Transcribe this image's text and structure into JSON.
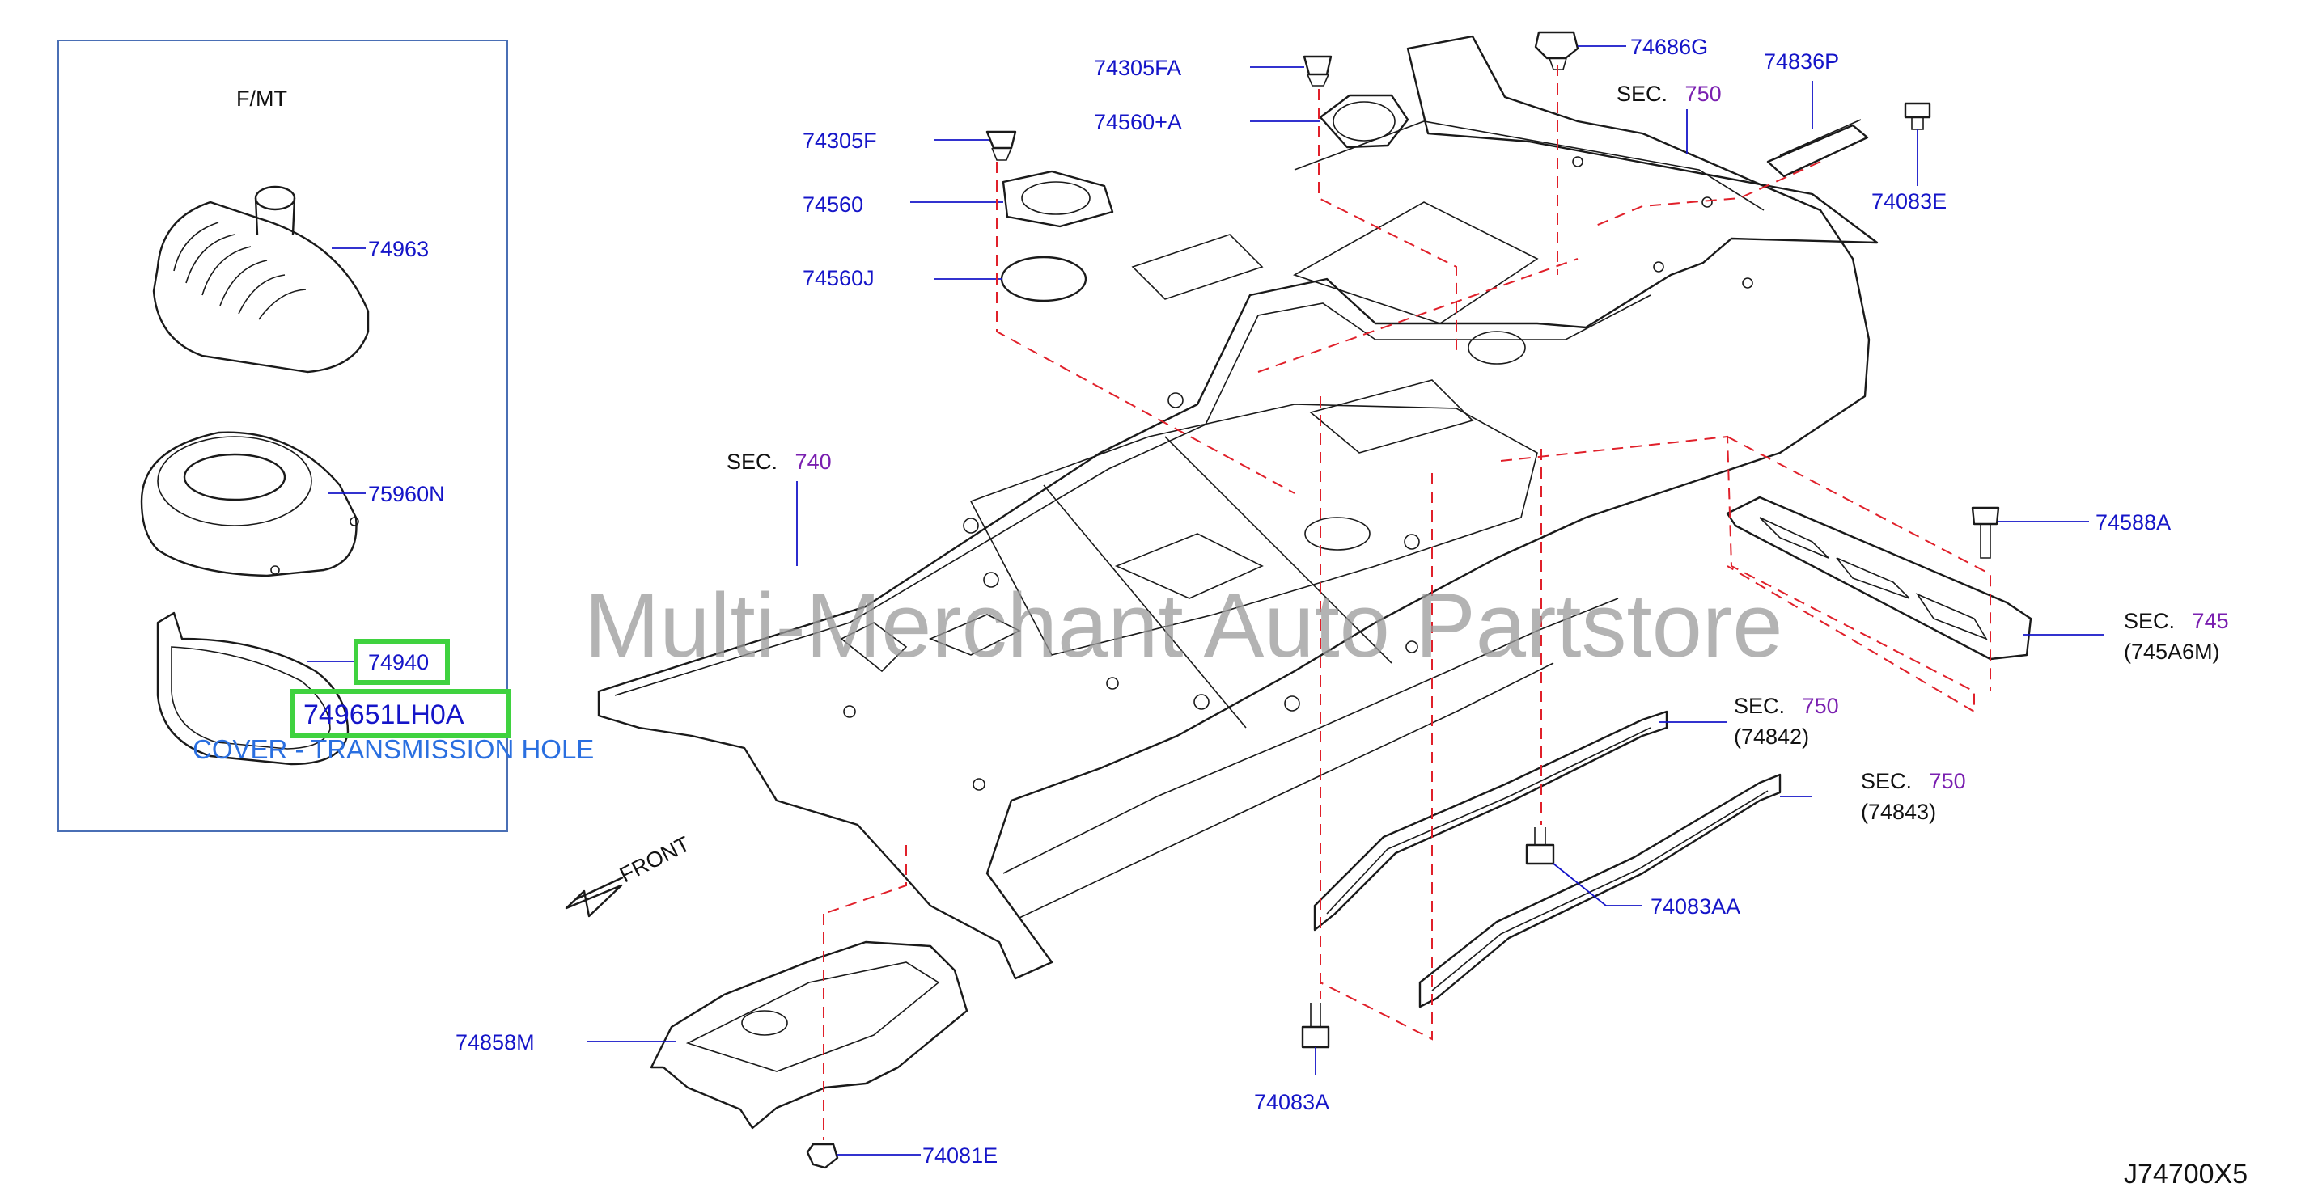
{
  "inset": {
    "title": "F/MT"
  },
  "labels": {
    "p74963": "74963",
    "p75960N": "75960N",
    "p74940": "74940",
    "p749651LH0A": "749651LH0A",
    "cover_desc": "COVER - TRANSMISSION HOLE",
    "p74305F": "74305F",
    "p74560": "74560",
    "p74560J": "74560J",
    "p74305FA": "74305FA",
    "p74560A": "74560+A",
    "p74686G": "74686G",
    "p74836P": "74836P",
    "p74083E": "74083E",
    "p74588A": "74588A",
    "p74083AA": "74083AA",
    "p74083A": "74083A",
    "p74858M": "74858M",
    "p74081E": "74081E",
    "front": "FRONT",
    "diagram_code": "J74700X5"
  },
  "sections": {
    "s740": {
      "prefix": "SEC.",
      "num": "740",
      "sub": ""
    },
    "s750_top": {
      "prefix": "SEC.",
      "num": "750",
      "sub": ""
    },
    "s745": {
      "prefix": "SEC.",
      "num": "745",
      "sub": "(745A6M)"
    },
    "s750_a": {
      "prefix": "SEC.",
      "num": "750",
      "sub": "(74842)"
    },
    "s750_b": {
      "prefix": "SEC.",
      "num": "750",
      "sub": "(74843)"
    }
  },
  "watermark": "Multi-Merchant Auto Partstore",
  "colors": {
    "part_label": "#1515c8",
    "section_number": "#7a1fb0",
    "dashed_guide": "#e0202a",
    "highlight": "#3fd23f",
    "line_art": "#1a1a1a"
  }
}
